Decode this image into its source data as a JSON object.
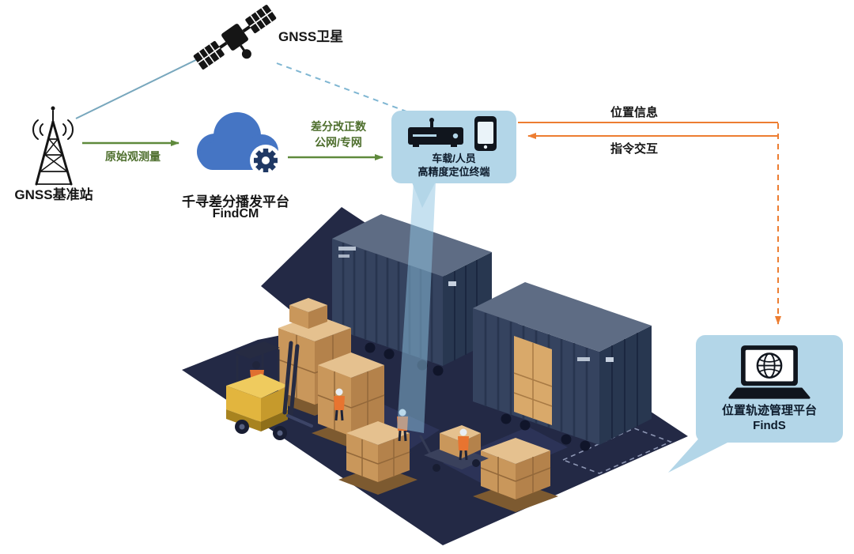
{
  "nodes": {
    "satellite": {
      "label": "GNSS卫星",
      "icon": "satellite-icon"
    },
    "base_station": {
      "label": "GNSS基准站",
      "icon": "radio-tower-icon"
    },
    "cloud_platform": {
      "name": "千寻差分播发平台",
      "product": "FindCM",
      "icon": "cloud-gear-icon"
    },
    "terminal": {
      "line1": "车载/人员",
      "line2": "高精度定位终端",
      "icons": [
        "gnss-receiver-icon",
        "smartphone-icon"
      ]
    },
    "management_platform": {
      "name": "位置轨迹管理平台",
      "product": "FindS",
      "icon": "laptop-globe-icon"
    }
  },
  "flows": {
    "raw_observation": {
      "label": "原始观测量"
    },
    "correction": {
      "line1": "差分改正数",
      "line2": "公网/专网"
    },
    "position_info": {
      "label": "位置信息"
    },
    "command_interaction": {
      "label": "指令交互"
    }
  },
  "scene": {
    "name": "warehouse-container-yard",
    "elements": [
      "shipping-containers",
      "forklift",
      "pallet-boxes",
      "workers",
      "pallet-jack"
    ]
  },
  "colors": {
    "green_flow": "#5f8a3c",
    "orange_flow": "#ed7d31",
    "blue_link": "#78a7bd",
    "bubble_fill": "#b3d6e8",
    "cloud_blue": "#4575c4",
    "gear_navy": "#1f3864",
    "platform_navy": "#232945",
    "container_blue": "#35435f",
    "carton_tan": "#c9975b",
    "forklift_yellow": "#e2b53e"
  }
}
